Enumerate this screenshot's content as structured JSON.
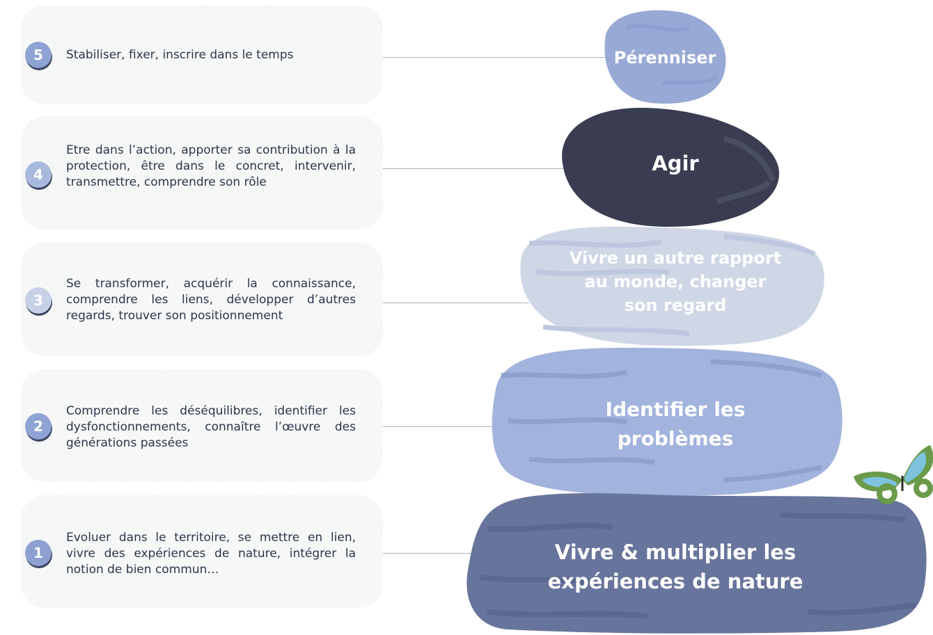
{
  "steps": [
    {
      "number": "5",
      "text": "Stabiliser, fixer, inscrire dans le temps",
      "stone_label": "Pérenniser",
      "stone_color": "#98a9d6",
      "badge_color": "#8ea3d4"
    },
    {
      "number": "4",
      "text": "Etre dans l’action, apporter sa contribution à la protection, être dans le concret, intervenir, transmettre, comprendre son rôle",
      "stone_label": "Agir",
      "stone_color": "#3a3d52",
      "badge_color": "#a9b9de"
    },
    {
      "number": "3",
      "text": "Se transformer, acquérir la connaissance, comprendre les liens, développer d’autres regards, trouver son positionnement",
      "stone_label": "Vivre un autre rapport au monde, changer son regard",
      "stone_color": "#cfd6e6",
      "badge_color": "#c6d0e6"
    },
    {
      "number": "2",
      "text": "Comprendre les déséquilibres, identifier les dysfonctionnements, connaître l’œuvre des générations passées",
      "stone_label": "Identifier les problèmes",
      "stone_color": "#a2b3dd",
      "badge_color": "#8fa3d4"
    },
    {
      "number": "1",
      "text": "Evoluer dans le territoire, se mettre en lien, vivre  des expériences de nature, intégrer la notion de bien commun…",
      "stone_label": "Vivre & multiplier les expériences de nature",
      "stone_color": "#67749b",
      "badge_color": "#8ea0cf"
    }
  ],
  "colors": {
    "card_bg": "#f6f8f8",
    "text": "#2e3348",
    "connector": "#aab0be",
    "butterfly_green": "#6a9a4a",
    "butterfly_blue": "#7ec2de"
  },
  "icons": {
    "butterfly": "butterfly-icon"
  }
}
